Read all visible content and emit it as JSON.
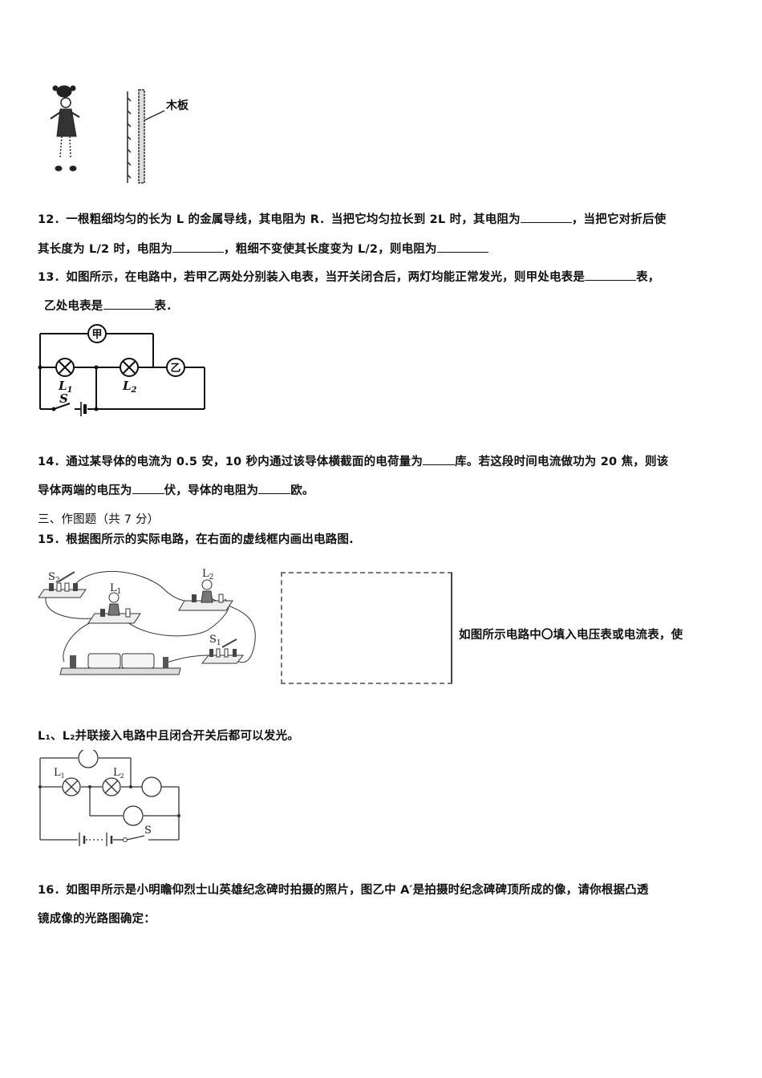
{
  "figure_mirror": {
    "board_label": "木板"
  },
  "q12": {
    "line1_a": "12．一根粗细均匀的长为 L 的金属导线，其电阻为 R．当把它均匀拉长到 2L 时，其电阻为",
    "line1_b": "，当把它对折后使",
    "line2_a": "其长度为 L/2 时，电阻为",
    "line2_b": "，粗细不变使其长度变为 L/2，则电阻为"
  },
  "q13": {
    "line1_a": "13．如图所示，在电路中，若甲乙两处分别装入电表，当开关闭合后，两灯均能正常发光，则甲处电表是",
    "line1_b": "表，",
    "line2_a": "乙处电表是",
    "line2_b": "表．",
    "circuit": {
      "meter_a": "甲",
      "meter_b": "乙",
      "lamp1": "L",
      "lamp1_sub": "1",
      "lamp2": "L",
      "lamp2_sub": "2",
      "switch": "S"
    }
  },
  "q14": {
    "line1_a": "14．通过某导体的电流为 0.5 安，10 秒内通过该导体横截面的电荷量为",
    "line1_b": "库。若这段时间电流做功为 20 焦，则该",
    "line2_a": "导体两端的电压为",
    "line2_b": "伏，导体的电阻为",
    "line2_c": "欧。"
  },
  "section3": {
    "heading": "三、作图题（共 7 分）"
  },
  "q15": {
    "text": "15．根据图所示的实际电路，在右面的虚线框内画出电路图.",
    "photo_labels": {
      "s2": "S",
      "s2_sub": "2",
      "l1": "L",
      "l1_sub": "1",
      "l2": "L",
      "l2_sub": "2",
      "s1": "S",
      "s1_sub": "1"
    },
    "side_text": "如图所示电路中〇填入电压表或电流表，使",
    "continue_text": "L₁、L₂并联接入电路中且闭合开关后都可以发光。",
    "circuit2": {
      "lamp1": "L",
      "lamp1_sub": "1",
      "lamp2": "L",
      "lamp2_sub": "2",
      "switch": "S"
    }
  },
  "q16": {
    "line1": "16．如图甲所示是小明瞻仰烈士山英雄纪念碑时拍摄的照片，图乙中 A′是拍摄时纪念碑碑顶所成的像，请你根据凸透",
    "line2": "镜成像的光路图确定："
  }
}
